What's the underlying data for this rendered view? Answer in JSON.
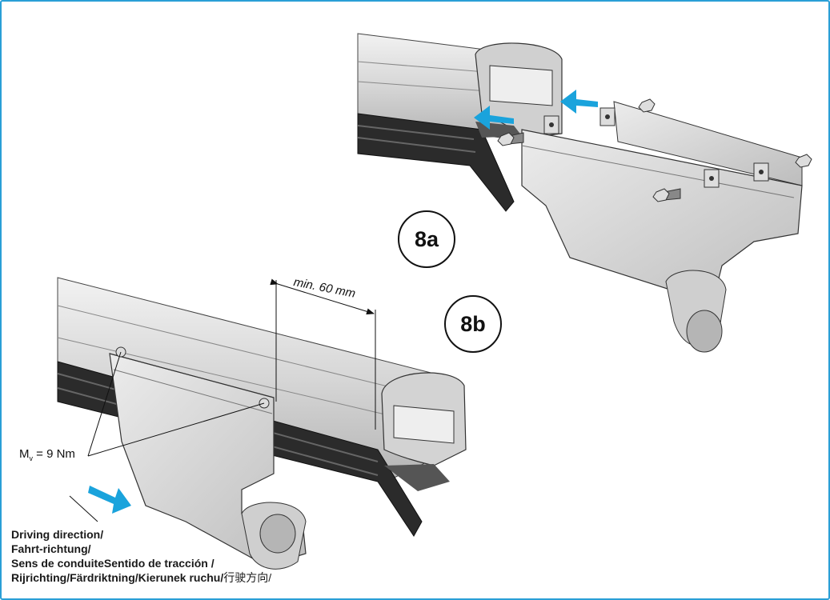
{
  "labels": {
    "fig_a": "8a",
    "fig_b": "8b",
    "dimension": "min. 60 mm",
    "torque_symbol": "M",
    "torque_subscript": "v",
    "torque_value": " = 9 Nm"
  },
  "caption": {
    "line1": "Driving direction/",
    "line2": "Fahrt-richtung/",
    "line3": "Sens de conduiteSentido de tracción /",
    "line4_bold": "Rijrichting/Färdriktning/Kierunek ruchu/",
    "line4_cjk": "行驶方向/"
  },
  "colors": {
    "frame": "#2a9fd6",
    "arrow": "#1aa3dc",
    "metal_light": "#e4e4e4",
    "metal_mid": "#c8c8c8",
    "metal_dark": "#9a9a9a",
    "rubber": "#2b2b2b"
  }
}
